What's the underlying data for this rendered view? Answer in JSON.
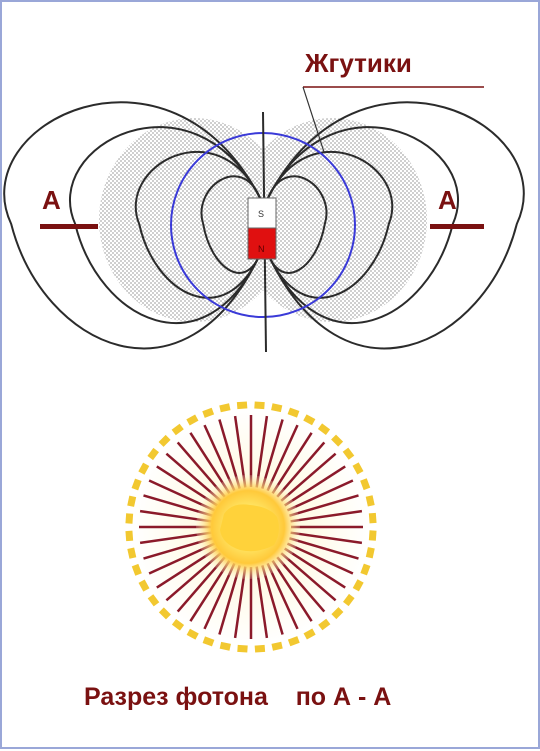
{
  "labels": {
    "strands": "Жгутики",
    "section_left": "А",
    "section_right": "А",
    "pole_north": "N",
    "pole_south": "S",
    "caption": "Разрез фотона    по А - А"
  },
  "colors": {
    "frame": "#9aa7d8",
    "label": "#7a1111",
    "field_lines": "#2b2b2b",
    "orbit_circle": "#3a3ad8",
    "magnet_north": "#e01010",
    "rays": "#8b1a2a",
    "dashes": "#f2c830",
    "core": "#ffd23a"
  },
  "figure": {
    "field_line_loops_per_side": 4,
    "ray_count": 44,
    "dash_count": 44
  }
}
